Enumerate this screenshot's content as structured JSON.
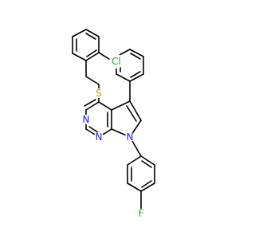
{
  "molecule": {
    "atoms": [
      {
        "id": "S",
        "label": "S",
        "color": "#b8a000"
      },
      {
        "id": "Cl",
        "label": "Cl",
        "color": "#22aa22"
      },
      {
        "id": "N3",
        "label": "N",
        "color": "#1a1aff"
      },
      {
        "id": "N1",
        "label": "N",
        "color": "#1a1aff"
      },
      {
        "id": "N7",
        "label": "N",
        "color": "#1a1aff"
      },
      {
        "id": "F",
        "label": "F",
        "color": "#22aa22"
      }
    ],
    "bond_color": "#000000"
  }
}
